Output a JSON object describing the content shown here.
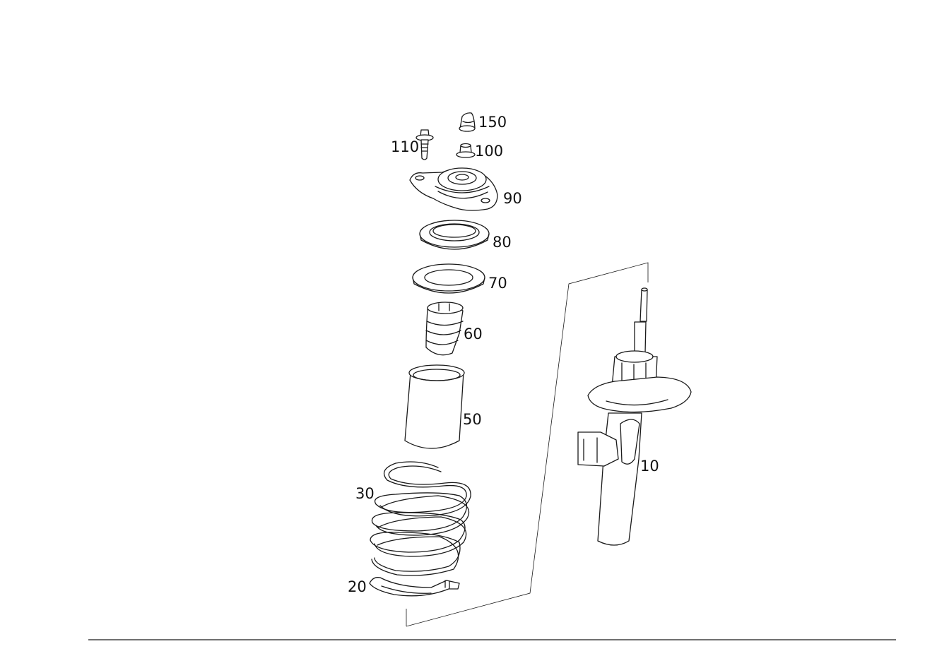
{
  "parts": [
    {
      "id": "p150",
      "label": "150"
    },
    {
      "id": "p110",
      "label": "110"
    },
    {
      "id": "p100",
      "label": "100"
    },
    {
      "id": "p90",
      "label": "90"
    },
    {
      "id": "p80",
      "label": "80"
    },
    {
      "id": "p70",
      "label": "70"
    },
    {
      "id": "p60",
      "label": "60"
    },
    {
      "id": "p50",
      "label": "50"
    },
    {
      "id": "p30",
      "label": "30"
    },
    {
      "id": "p20",
      "label": "20"
    },
    {
      "id": "p10",
      "label": "10"
    }
  ]
}
